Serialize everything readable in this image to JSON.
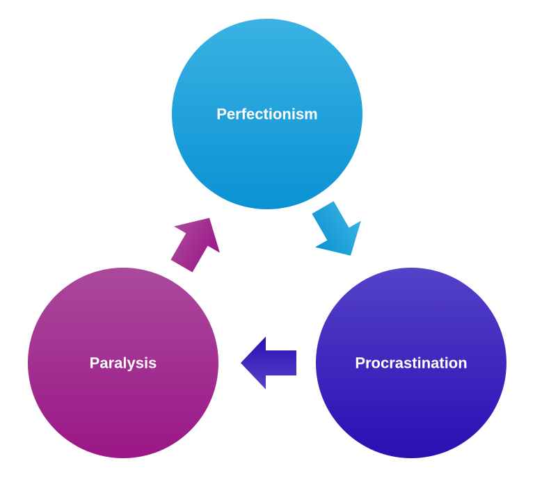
{
  "cycle": {
    "nodes": [
      {
        "label": "Perfectionism",
        "color_top": "#3ab2e2",
        "color_bottom": "#0a92d4"
      },
      {
        "label": "Procrastination",
        "color_top": "#5442c8",
        "color_bottom": "#2a0fb4"
      },
      {
        "label": "Paralysis",
        "color_top": "#aa4a9c",
        "color_bottom": "#9b1686"
      }
    ],
    "arrows": [
      {
        "from": "Perfectionism",
        "to": "Procrastination",
        "color_top": "#3ab2e2",
        "color_bottom": "#0a92d4"
      },
      {
        "from": "Procrastination",
        "to": "Paralysis",
        "color_top": "#5442c8",
        "color_bottom": "#2a0fb4"
      },
      {
        "from": "Paralysis",
        "to": "Perfectionism",
        "color_top": "#aa4a9c",
        "color_bottom": "#9b1686"
      }
    ]
  }
}
